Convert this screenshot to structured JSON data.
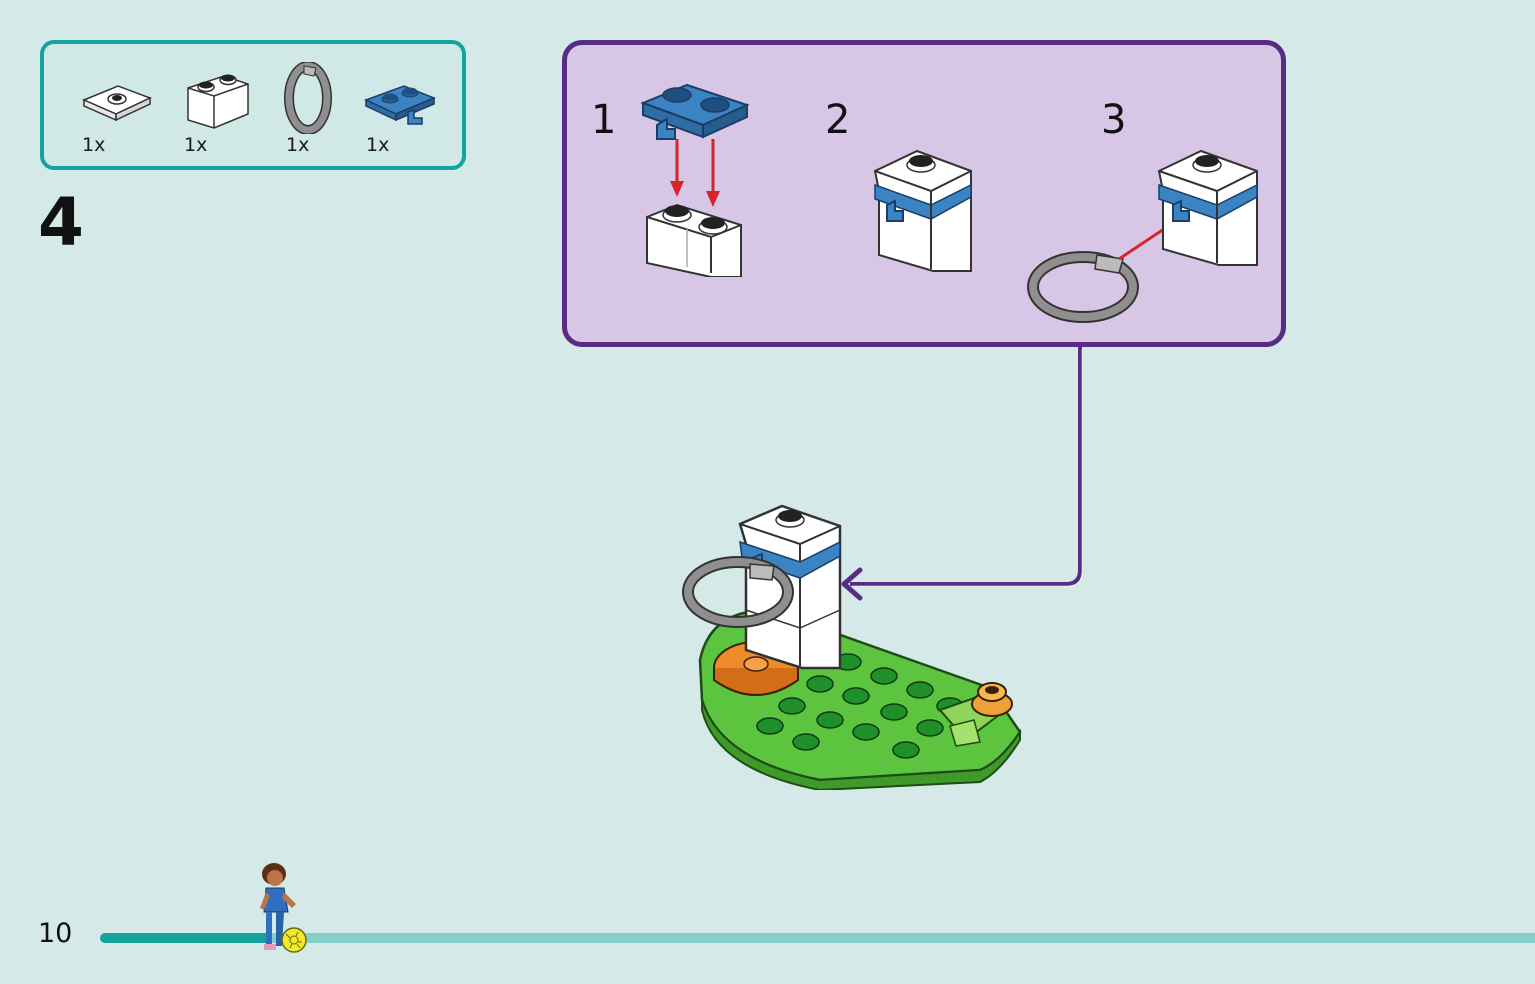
{
  "step": {
    "number": "4"
  },
  "parts": [
    {
      "icon": "flat-plate-white-icon",
      "qty": "1x"
    },
    {
      "icon": "white-brick-1x2-icon",
      "qty": "1x"
    },
    {
      "icon": "grey-ring-icon",
      "qty": "1x"
    },
    {
      "icon": "blue-plate-clip-icon",
      "qty": "1x"
    }
  ],
  "substeps": [
    {
      "label": "1"
    },
    {
      "label": "2"
    },
    {
      "label": "3"
    }
  ],
  "page": {
    "number": "10"
  },
  "progress": {
    "fraction": 0.12
  },
  "colors": {
    "background": "#d5eae8",
    "parts_border": "#16a39e",
    "substep_border": "#582c83",
    "substep_fill": "#d8c6e6",
    "progress_fill": "#15a39c",
    "progress_track": "#85cfca",
    "arrow_red": "#d8232a"
  }
}
